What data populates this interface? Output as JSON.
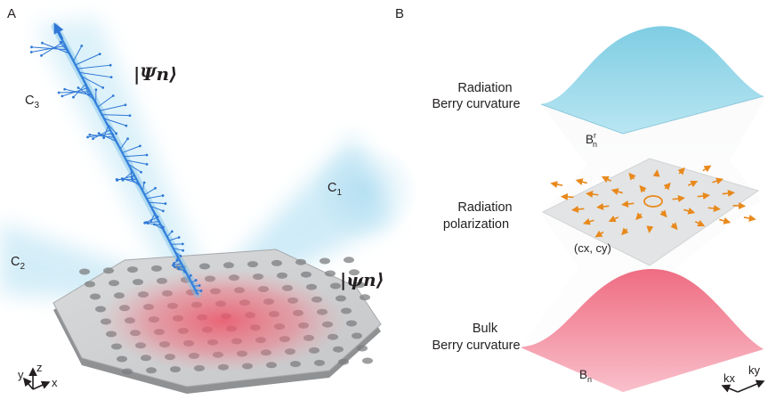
{
  "panels": {
    "a_label": "A",
    "b_label": "B"
  },
  "panel_a": {
    "c1": {
      "main": "C",
      "sub": "1"
    },
    "c2": {
      "main": "C",
      "sub": "2"
    },
    "c3": {
      "main": "C",
      "sub": "3"
    },
    "radiation_state": "|Ψn⟩",
    "bulk_state": "|ψn⟩",
    "axes": {
      "x": "x",
      "y": "y",
      "z": "z"
    }
  },
  "panel_b": {
    "radiation_curvature_line1": "Radiation",
    "radiation_curvature_line2": "Berry curvature",
    "radiation_curvature_symbol": {
      "main": "B",
      "sub": "n",
      "sup": "r"
    },
    "polarization_line1": "Radiation",
    "polarization_line2": "polarization",
    "polarization_symbol": "(cx, cy)",
    "bulk_line1": "Bulk",
    "bulk_line2": "Berry curvature",
    "bulk_symbol": {
      "main": "B",
      "sub": "n"
    },
    "axes": {
      "kx": "kx",
      "ky": "ky"
    }
  },
  "colors": {
    "beam": "#9fd6ee",
    "spiral": "#2f78d6",
    "slab": "#bcbec0",
    "bulk_glow": "#ee5266",
    "radiation_surface": "#8fd3e6",
    "bulk_surface": "#f3869a",
    "polarization_arrows": "#e8891c"
  }
}
